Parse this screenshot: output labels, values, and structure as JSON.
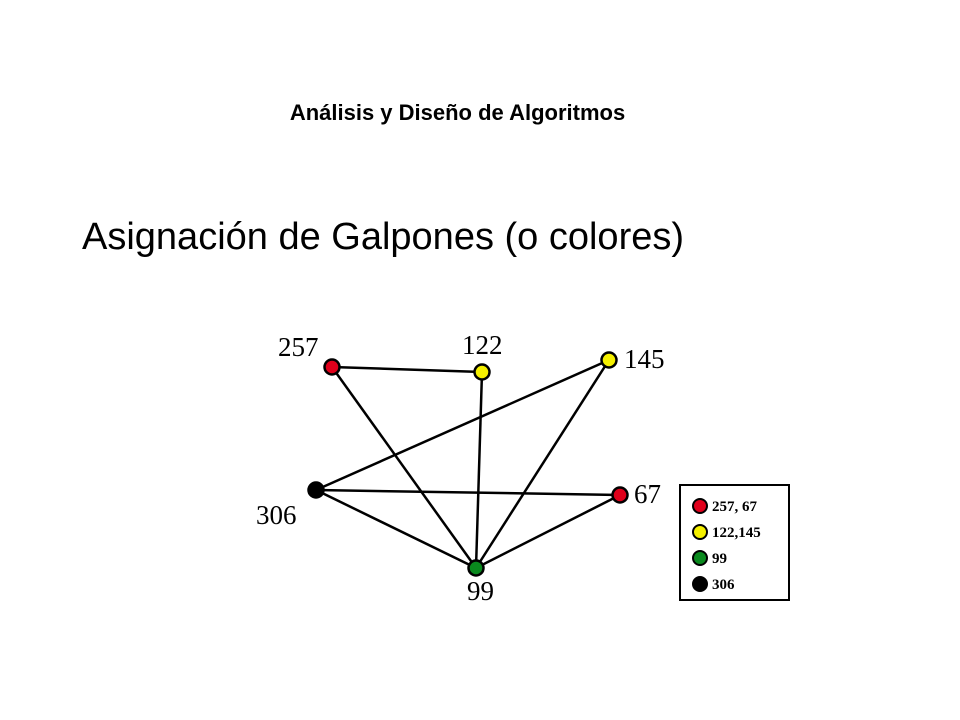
{
  "header": {
    "text": "Análisis y Diseño de Algoritmos"
  },
  "title": {
    "text": "Asignación de Galpones (o colores)"
  },
  "graph": {
    "nodes": [
      {
        "id": "257",
        "label": "257",
        "color": "#e0001b"
      },
      {
        "id": "122",
        "label": "122",
        "color": "#f5f000"
      },
      {
        "id": "145",
        "label": "145",
        "color": "#f5f000"
      },
      {
        "id": "306",
        "label": "306",
        "color": "#000000"
      },
      {
        "id": "67",
        "label": "67",
        "color": "#e0001b"
      },
      {
        "id": "99",
        "label": "99",
        "color": "#0a8a1e"
      }
    ],
    "edges": [
      [
        "257",
        "122"
      ],
      [
        "257",
        "99"
      ],
      [
        "122",
        "99"
      ],
      [
        "145",
        "306"
      ],
      [
        "145",
        "99"
      ],
      [
        "306",
        "67"
      ],
      [
        "306",
        "99"
      ],
      [
        "67",
        "99"
      ]
    ]
  },
  "legend": {
    "items": [
      {
        "label": "257, 67",
        "color": "#e0001b"
      },
      {
        "label": "122,145",
        "color": "#f5f000"
      },
      {
        "label": "99",
        "color": "#0a8a1e"
      },
      {
        "label": "306",
        "color": "#000000"
      }
    ]
  }
}
